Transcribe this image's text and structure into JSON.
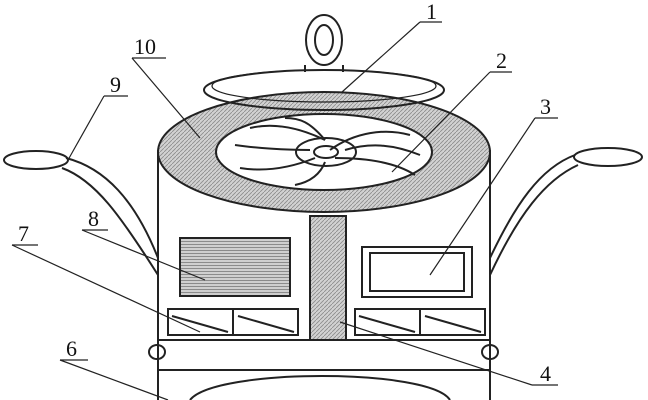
{
  "diagram": {
    "labels": [
      {
        "id": "label-1",
        "text": "1"
      },
      {
        "id": "label-2",
        "text": "2"
      },
      {
        "id": "label-3",
        "text": "3"
      },
      {
        "id": "label-4",
        "text": "4"
      },
      {
        "id": "label-6",
        "text": "6"
      },
      {
        "id": "label-7",
        "text": "7"
      },
      {
        "id": "label-8",
        "text": "8"
      },
      {
        "id": "label-9",
        "text": "9"
      },
      {
        "id": "label-10",
        "text": "10"
      }
    ],
    "colors": {
      "line": "#222222",
      "hatch": "#9a9a9a",
      "background": "#ffffff"
    }
  }
}
